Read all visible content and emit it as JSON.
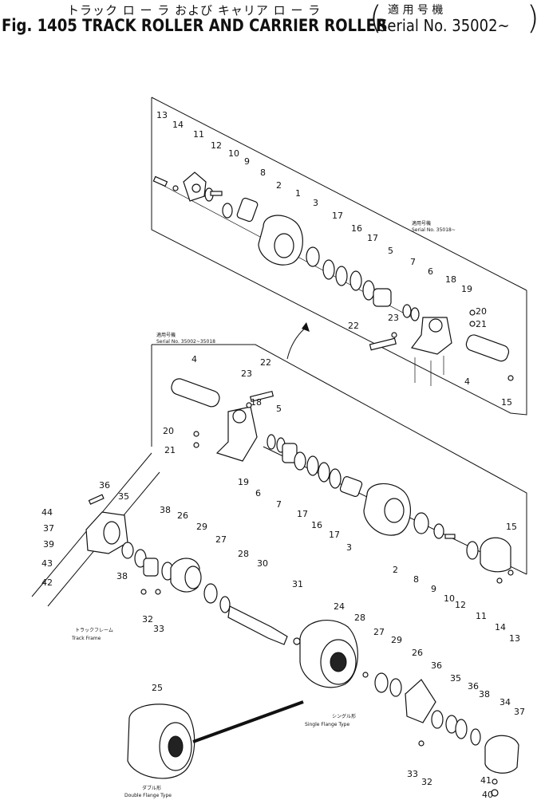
{
  "header": {
    "jp_title": "トラック ロ ー ラ および キャリア ロ ー ラ",
    "fig_title": "Fig. 1405   TRACK ROLLER AND CARRIER ROLLER",
    "serial_jp": "適 用 号 機",
    "serial_en": "Serial No. 35002~"
  },
  "notes": {
    "upper_serial_jp": "適用号機",
    "upper_serial_en": "Serial No. 35018~",
    "lower_serial_jp": "適用号機",
    "lower_serial_en": "Serial No. 35002~35018",
    "track_frame_jp": "トラックフレーム",
    "track_frame_en": "Track Frame",
    "single_jp": "シングル形",
    "single_en": "Single Flange Type",
    "double_jp": "ダブル形",
    "double_en": "Double Flange Type"
  },
  "upper_labels": [
    "13",
    "14",
    "11",
    "12",
    "10",
    "9",
    "8",
    "2",
    "1",
    "3",
    "17",
    "16",
    "17",
    "5",
    "7",
    "6",
    "18",
    "19",
    "20",
    "21",
    "23",
    "22",
    "4",
    "15"
  ],
  "lower_labels": [
    "4",
    "23",
    "22",
    "18",
    "5",
    "20",
    "21",
    "19",
    "6",
    "7",
    "17",
    "16",
    "17",
    "3",
    "2",
    "8",
    "9",
    "10",
    "12",
    "11",
    "15",
    "14",
    "13"
  ],
  "track_labels": [
    "44",
    "37",
    "39",
    "43",
    "42",
    "36",
    "35",
    "38",
    "38",
    "26",
    "29",
    "27",
    "28",
    "30",
    "31",
    "32",
    "33"
  ],
  "roller_labels": [
    "24",
    "28",
    "27",
    "29",
    "26",
    "36",
    "35",
    "36",
    "38",
    "34",
    "37",
    "41",
    "40",
    "33",
    "32",
    "25"
  ],
  "colors": {
    "ink": "#111111",
    "paper": "#ffffff"
  }
}
